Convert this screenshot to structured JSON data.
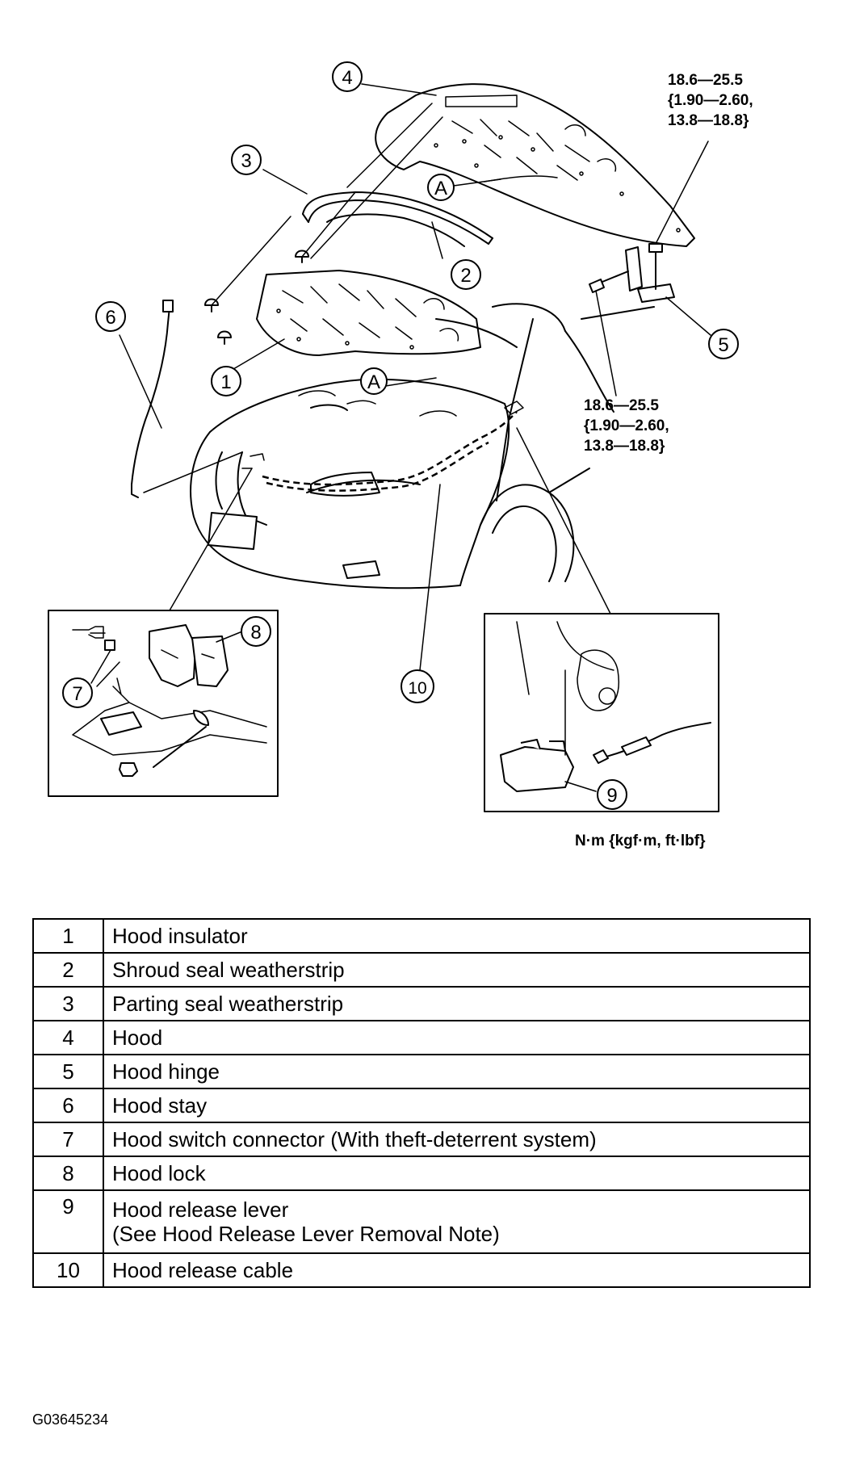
{
  "callouts": {
    "c1": "1",
    "c2": "2",
    "c3": "3",
    "c4": "4",
    "c5": "5",
    "c6": "6",
    "c7": "7",
    "c8": "8",
    "c9": "9",
    "c10": "10",
    "a_upper": "A",
    "a_lower": "A"
  },
  "torque_upper": [
    "18.6—25.5",
    "{1.90—2.60,",
    "13.8—18.8}"
  ],
  "torque_lower": [
    "18.6—25.5",
    "{1.90—2.60,",
    "13.8—18.8}"
  ],
  "units_note": "N·m {kgf·m, ft·lbf}",
  "parts": [
    {
      "num": "1",
      "name": "Hood insulator"
    },
    {
      "num": "2",
      "name": "Shroud seal weatherstrip"
    },
    {
      "num": "3",
      "name": "Parting seal weatherstrip"
    },
    {
      "num": "4",
      "name": "Hood"
    },
    {
      "num": "5",
      "name": "Hood hinge"
    },
    {
      "num": "6",
      "name": "Hood stay"
    },
    {
      "num": "7",
      "name": "Hood switch connector (With theft-deterrent system)"
    },
    {
      "num": "8",
      "name": "Hood lock"
    },
    {
      "num": "9",
      "name": "Hood release lever\n(See Hood Release Lever Removal Note)"
    },
    {
      "num": "10",
      "name": "Hood release cable"
    }
  ],
  "figure_id": "G03645234"
}
